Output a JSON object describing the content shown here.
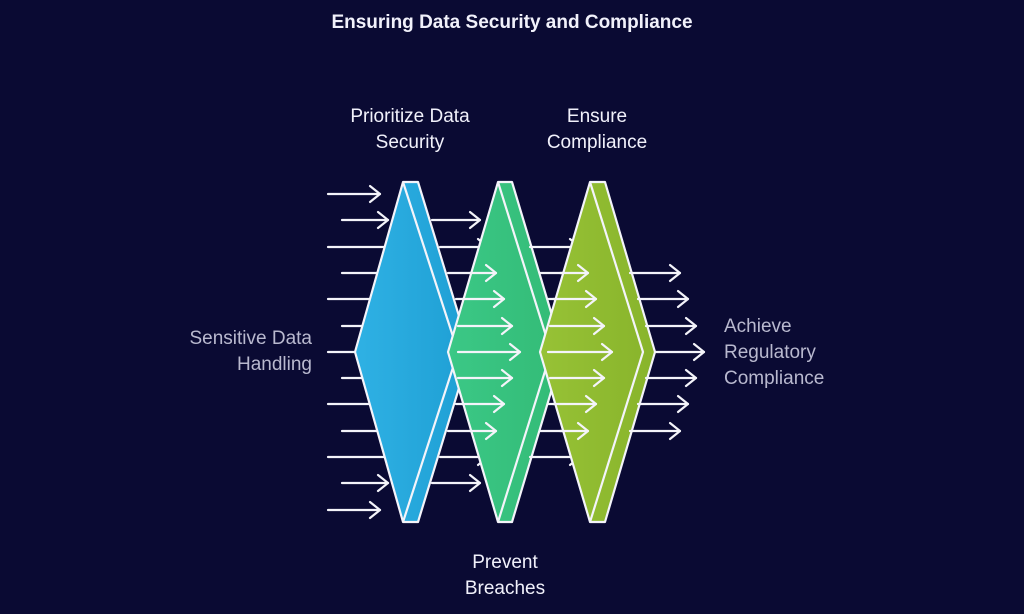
{
  "title": "Ensuring Data Security and Compliance",
  "labels": {
    "input": "Sensitive Data Handling",
    "input_lines": [
      "Sensitive Data",
      "Handling"
    ],
    "stage1": "Prioritize Data Security",
    "stage1_lines": [
      "Prioritize Data",
      "Security"
    ],
    "stage2": "Prevent Breaches",
    "stage2_lines": [
      "Prevent",
      "Breaches"
    ],
    "stage3": "Ensure Compliance",
    "stage3_lines": [
      "Ensure",
      "Compliance"
    ],
    "output": "Achieve Regulatory Compliance",
    "output_lines": [
      "Achieve",
      "Regulatory",
      "Compliance"
    ]
  },
  "colors": {
    "background": "#0a0a33",
    "stage1": "#22a6d9",
    "stage2": "#36c27c",
    "stage3": "#8fbb2f",
    "stroke": "#f4f4fa",
    "title_text": "#f1f1fb",
    "side_text": "#b9b9cf"
  },
  "stages": [
    {
      "name": "Prioritize Data Security",
      "color": "#22a6d9",
      "position": "top"
    },
    {
      "name": "Prevent Breaches",
      "color": "#36c27c",
      "position": "bottom"
    },
    {
      "name": "Ensure Compliance",
      "color": "#8fbb2f",
      "position": "top"
    }
  ],
  "flow": {
    "input_arrow_count": 13,
    "output_arrow_count": 7
  }
}
